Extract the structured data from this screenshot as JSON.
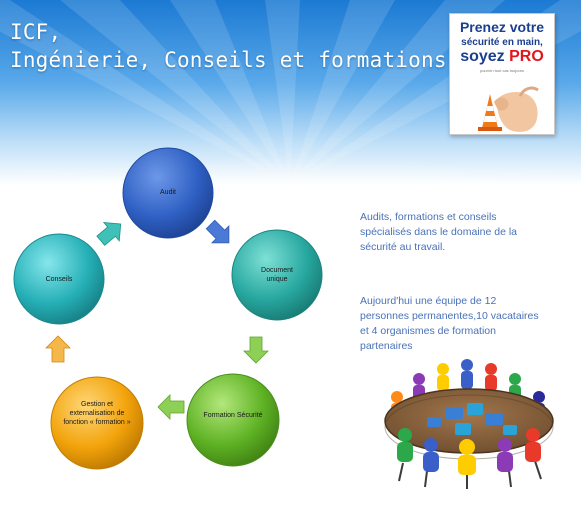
{
  "header": {
    "title_line1": "ICF,",
    "title_line2": "Ingénierie, Conseils et formations"
  },
  "promo": {
    "line1": "Prenez votre",
    "line2": "sécurité en main,",
    "line3a": "soyez ",
    "line3b": "PRO",
    "line4": "pour/en tout cas toujours"
  },
  "cycle": {
    "nodes": [
      {
        "id": "audit",
        "label": "Audit",
        "color": "#2f60c4"
      },
      {
        "id": "document",
        "label": "Document unique",
        "color": "#27a8a0"
      },
      {
        "id": "formation",
        "label": "Formation Sécurité",
        "color": "#5fb224"
      },
      {
        "id": "gestion",
        "label": "Gestion et externalisation de fonction « formation »",
        "color": "#f2a30b"
      },
      {
        "id": "conseils",
        "label": "Conseils",
        "color": "#25b0b6"
      }
    ]
  },
  "description": {
    "paragraph1_lines": [
      "Audits, formations et conseils",
      "spécialisés dans le domaine de la",
      "sécurité au travail."
    ],
    "paragraph2_lines": [
      "Aujourd'hui une équipe de 12",
      "personnes permanentes,10 vacataires",
      "et 4 organismes de formation",
      "partenaires"
    ]
  },
  "colors": {
    "banner_top": "#1c7ad3",
    "banner_mid": "#6fb8ee",
    "text_blue": "#4a72b8",
    "brand_blue": "#1b3f8f",
    "brand_red": "#e3161b"
  }
}
